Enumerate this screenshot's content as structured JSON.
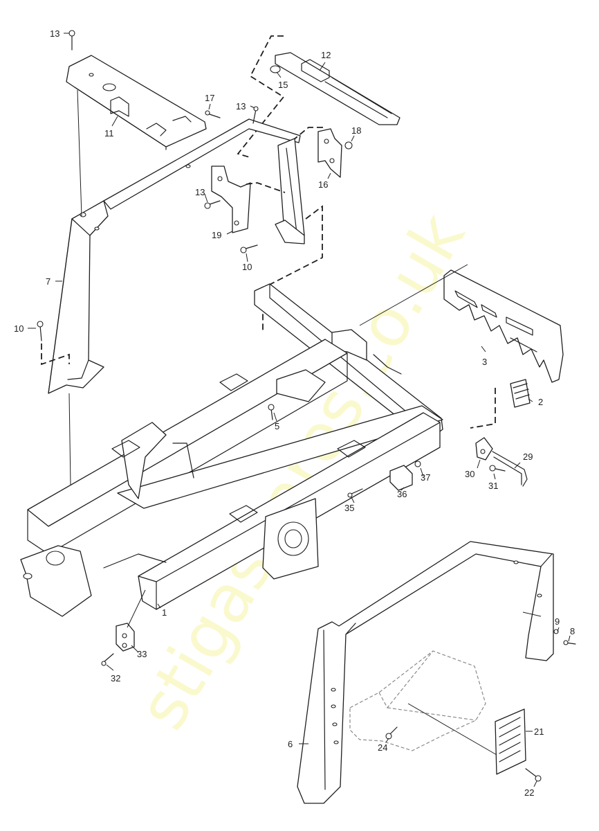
{
  "watermark": "stigaspares.co.uk",
  "colors": {
    "ink": "#1e1e1e",
    "paper": "#ffffff",
    "watermark": "#f3ef72",
    "ghost": "#8a8a8a"
  },
  "callouts": [
    "13",
    "12",
    "15",
    "13",
    "17",
    "11",
    "18",
    "16",
    "13",
    "19",
    "10",
    "7",
    "10",
    "3",
    "2",
    "5",
    "29",
    "30",
    "31",
    "37",
    "36",
    "35",
    "1",
    "33",
    "32",
    "9",
    "8",
    "21",
    "24",
    "6",
    "22"
  ]
}
